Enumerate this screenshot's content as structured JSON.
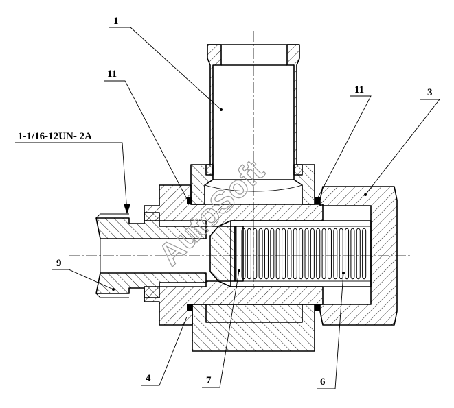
{
  "drawing": {
    "thread_callout": "1-1/16-12UN- 2A",
    "watermark": "AutoSoft",
    "callouts": [
      {
        "id": "part-1",
        "text": "1"
      },
      {
        "id": "part-11-left",
        "text": "11"
      },
      {
        "id": "part-11-right",
        "text": "11"
      },
      {
        "id": "part-3",
        "text": "3"
      },
      {
        "id": "part-9",
        "text": "9"
      },
      {
        "id": "part-4",
        "text": "4"
      },
      {
        "id": "part-7",
        "text": "7"
      },
      {
        "id": "part-6",
        "text": "6"
      }
    ]
  }
}
